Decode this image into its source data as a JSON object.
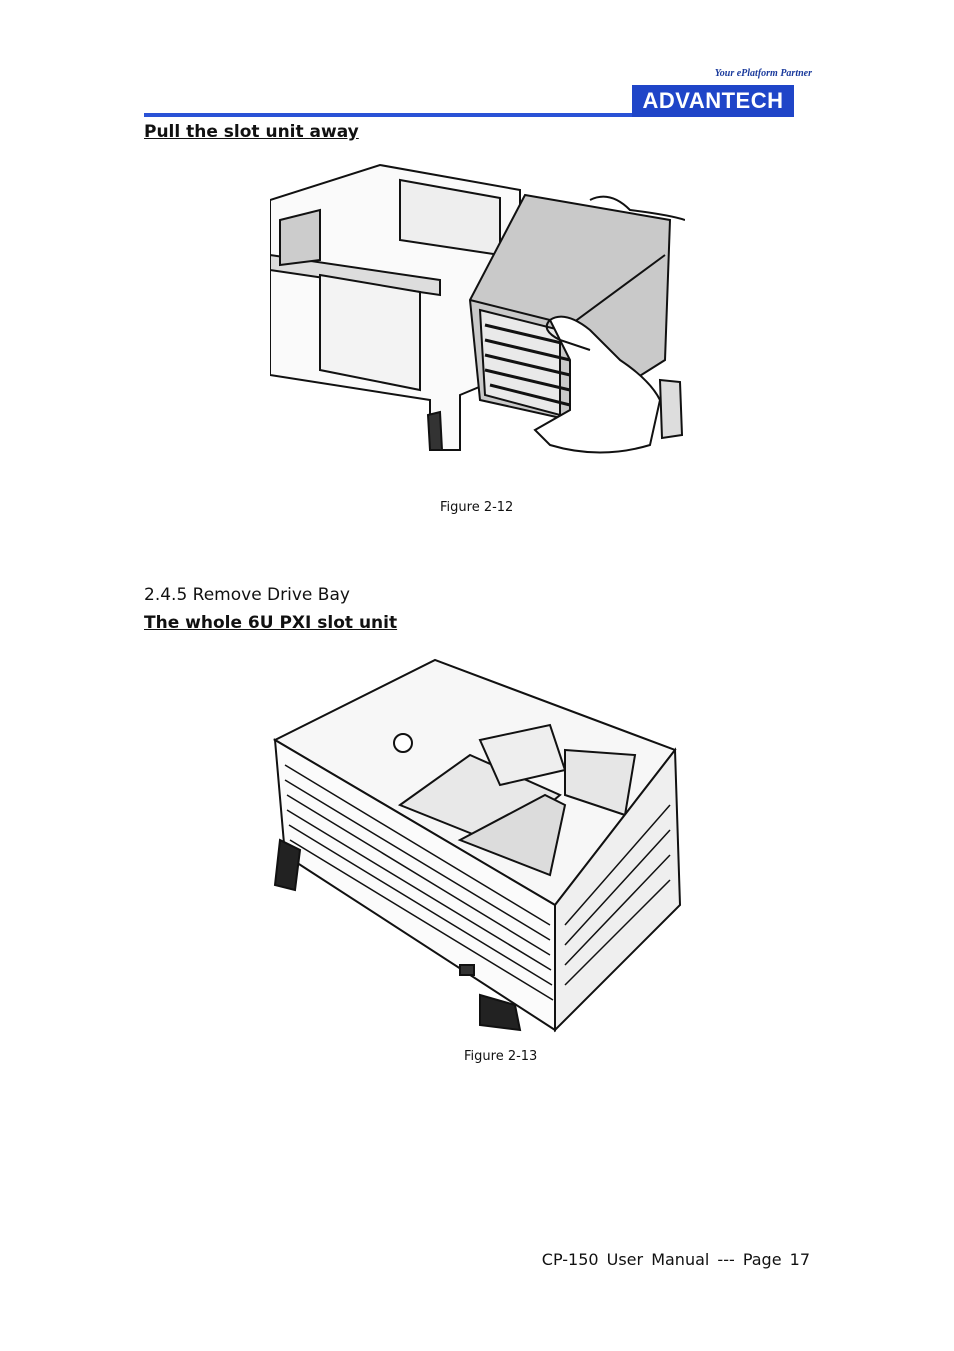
{
  "header": {
    "tagline": "Your ePlatform Partner",
    "logo_text": "ADVANTECH",
    "accent_color": "#1f45c8"
  },
  "sections": {
    "pull_heading": "Pull the slot unit away",
    "figure1_caption": "Figure 2-12",
    "subsection_title": "2.4.5 Remove Drive Bay",
    "whole_heading": "The whole 6U PXI slot unit",
    "figure2_caption": "Figure 2-13"
  },
  "footer": {
    "page_label": "CP-150 User Manual --- Page 17"
  }
}
